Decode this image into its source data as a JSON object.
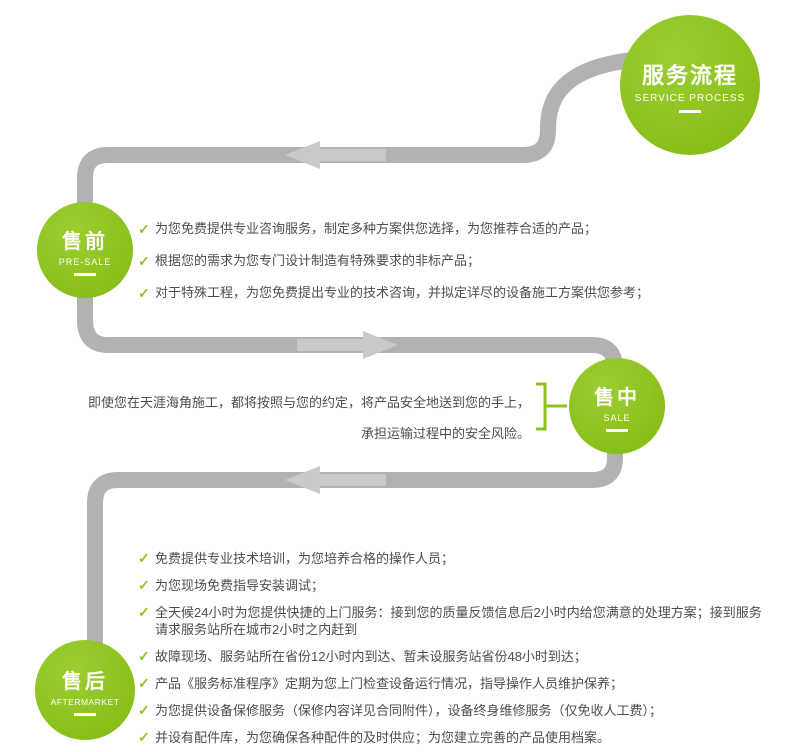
{
  "header": {
    "title": "服务流程",
    "subtitle": "SERVICE PROCESS"
  },
  "check_icon": "✓",
  "stages": [
    {
      "id": "pre-sale",
      "title": "售前",
      "subtitle": "PRE-SALE",
      "items": [
        "为您免费提供专业咨询服务，制定多种方案供您选择，为您推荐合适的产品；",
        "根据您的需求为您专门设计制造有特殊要求的非标产品；",
        "对于特殊工程，为您免费提出专业的技术咨询，并拟定详尽的设备施工方案供您参考；"
      ]
    },
    {
      "id": "sale",
      "title": "售中",
      "subtitle": "SALE",
      "lines": [
        "即使您在天涯海角施工，都将按照与您的约定，将产品安全地送到您的手上，",
        "承担运输过程中的安全风险。"
      ]
    },
    {
      "id": "aftermarket",
      "title": "售后",
      "subtitle": "AFTERMARKET",
      "items": [
        "免费提供专业技术培训，为您培养合格的操作人员；",
        "为您现场免费指导安装调试；",
        "全天候24小时为您提供快捷的上门服务：接到您的质量反馈信息后2小时内给您满意的处理方案；接到服务请求服务站所在城市2小时之内赶到",
        "故障现场、服务站所在省份12小时内到达、暂未设服务站省份48小时到达；",
        "产品《服务标准程序》定期为您上门检查设备运行情况，指导操作人员维护保养；",
        "为您提供设备保修服务（保修内容详见合同附件），设备终身维修服务（仅免收人工费）；",
        "并设有配件库，为您确保各种配件的及时供应；为您建立完善的产品使用档案。"
      ]
    }
  ],
  "colors": {
    "accent_green": "#8ec31f",
    "path_gray": "#b2b2b2",
    "arrow_gray": "#c9c9c9",
    "text_gray": "#4d4d4d"
  }
}
